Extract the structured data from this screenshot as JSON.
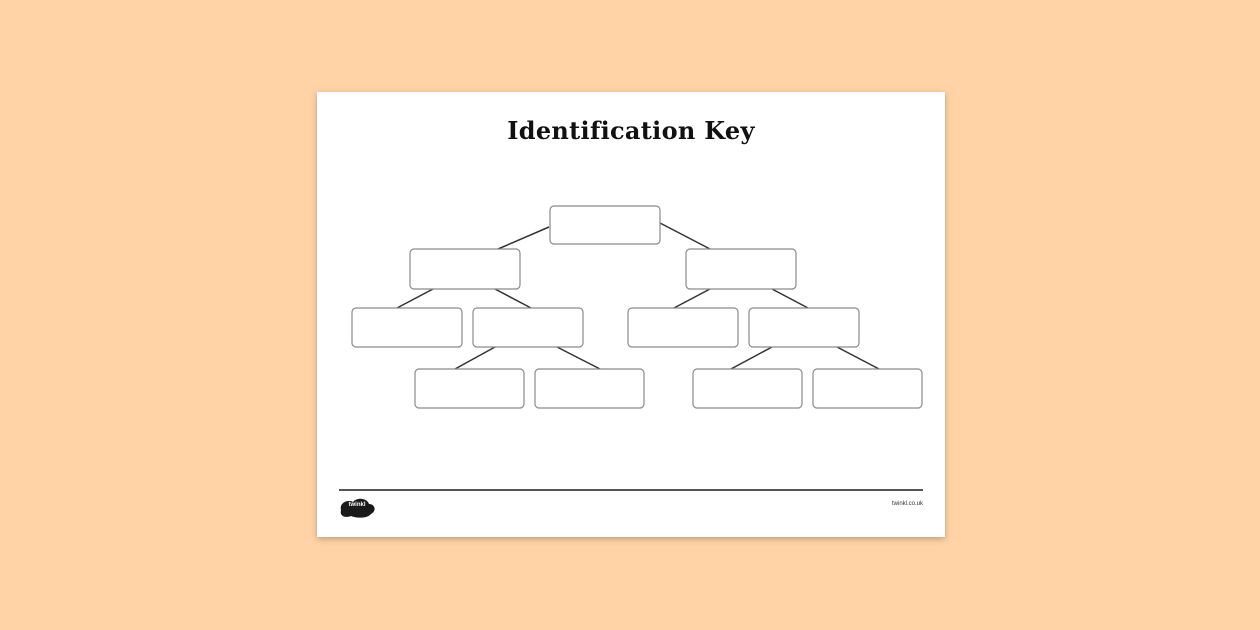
{
  "background_color": "#ffd3a5",
  "worksheet": {
    "title": "Identification Key",
    "logo_text": "twinkl",
    "site_text": "twinkl.co.uk"
  },
  "colors": {
    "box_stroke": "#8a8a8a",
    "connector": "#333333"
  }
}
